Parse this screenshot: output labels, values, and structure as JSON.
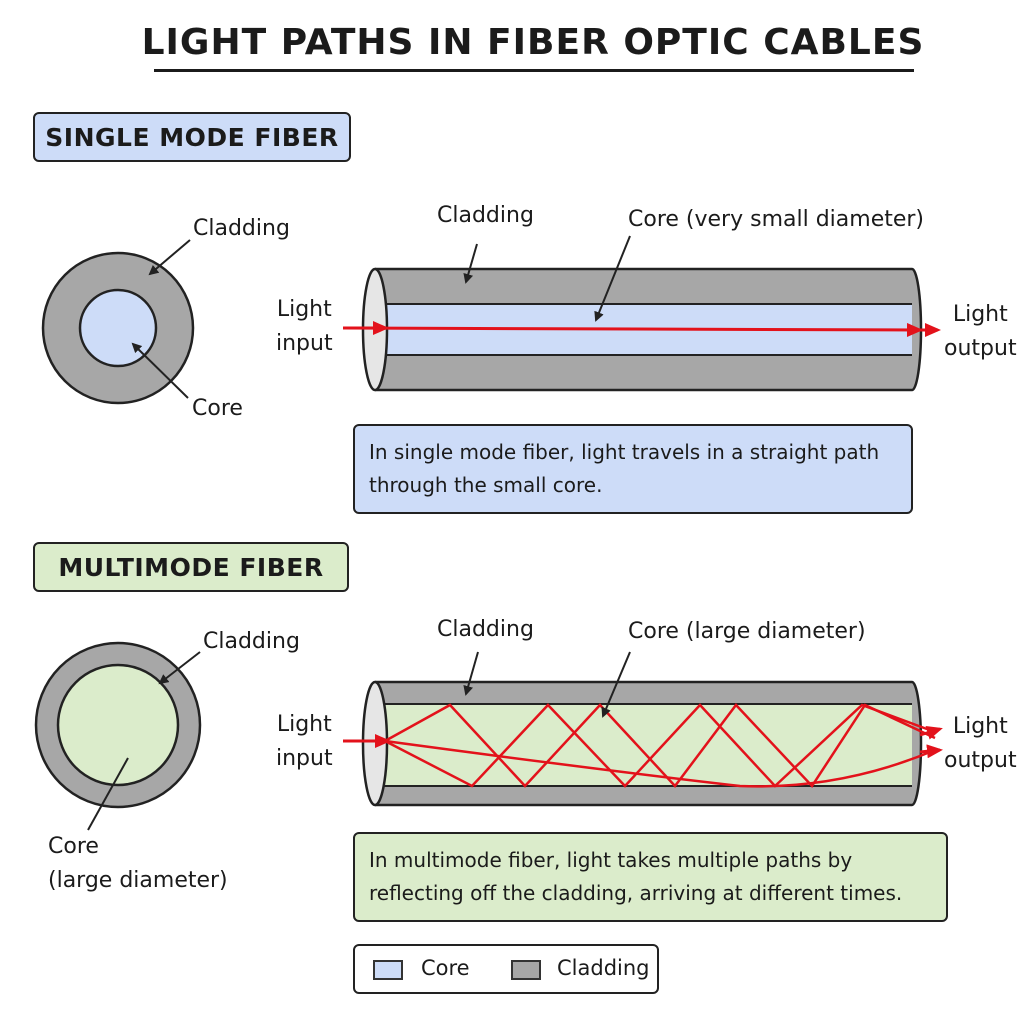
{
  "title": "LIGHT PATHS IN FIBER OPTIC CABLES",
  "colors": {
    "core_single": "#cddcf8",
    "core_multi": "#dbeccb",
    "cladding": "#a7a7a7",
    "light": "#e3121b"
  },
  "single_mode": {
    "heading": "SINGLE MODE FIBER",
    "cross_section": {
      "cladding_label": "Cladding",
      "core_label": "Core"
    },
    "side_view": {
      "cladding_label": "Cladding",
      "core_label": "Core (very small diameter)",
      "input_label": [
        "Light",
        "input"
      ],
      "output_label": [
        "Light",
        "output"
      ]
    },
    "note": "In single mode fiber, light travels in a straight path through the small core."
  },
  "multimode": {
    "heading": "MULTIMODE FIBER",
    "cross_section": {
      "cladding_label": "Cladding",
      "core_label": [
        "Core",
        "(large diameter)"
      ]
    },
    "side_view": {
      "cladding_label": "Cladding",
      "core_label": "Core (large diameter)",
      "input_label": [
        "Light",
        "input"
      ],
      "output_label": [
        "Light",
        "output"
      ]
    },
    "note": "In multimode fiber, light takes multiple paths by reflecting off the cladding, arriving at different times."
  },
  "legend": {
    "core": "Core",
    "cladding": "Cladding"
  }
}
